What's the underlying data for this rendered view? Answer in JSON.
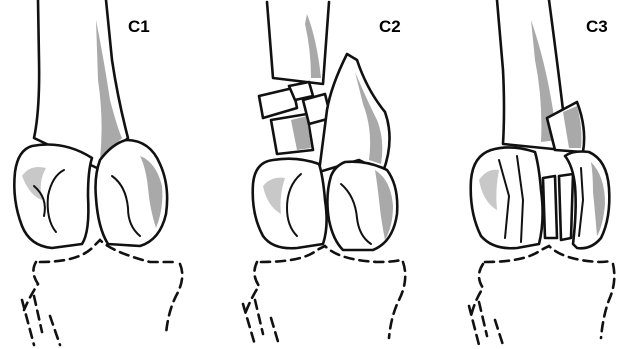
{
  "panels": [
    {
      "id": "c1",
      "label": "C1"
    },
    {
      "id": "c2",
      "label": "C2"
    },
    {
      "id": "c3",
      "label": "C3"
    }
  ]
}
